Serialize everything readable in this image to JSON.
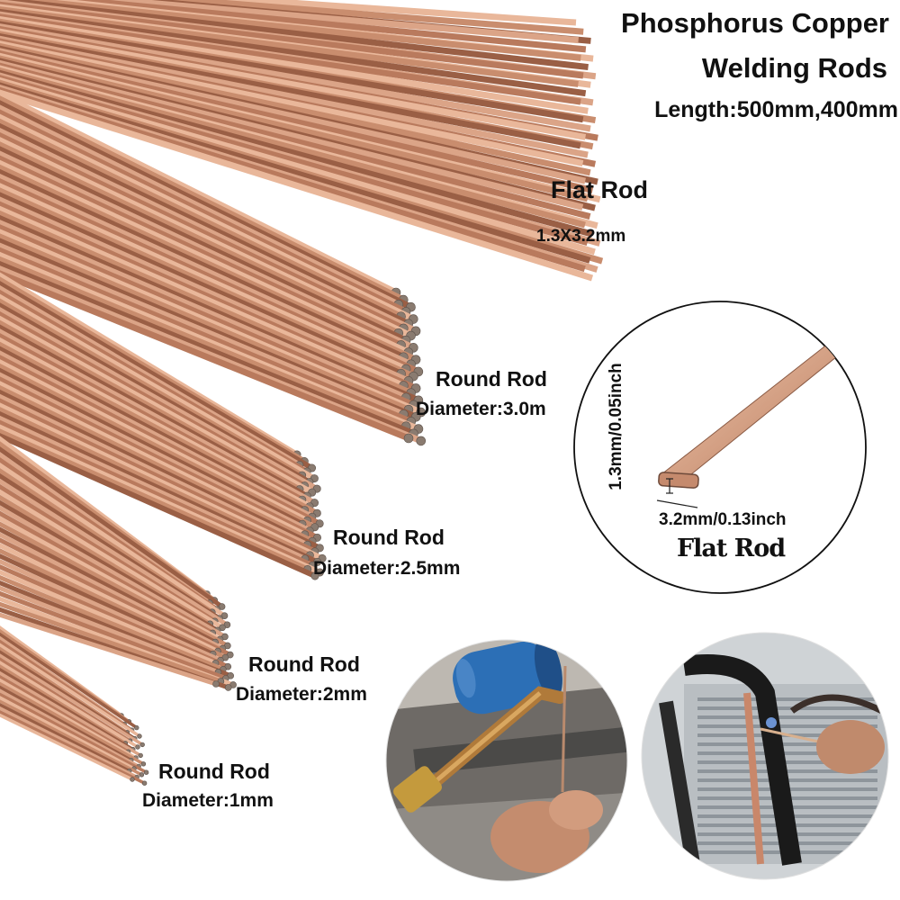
{
  "title_line1": "Phosphorus Copper",
  "title_line2": "Welding Rods",
  "length": "Length:500mm,400mm",
  "flat": {
    "label": "Flat Rod",
    "size": "1.3X3.2mm"
  },
  "round_rods": [
    {
      "label": "Round Rod",
      "diameter": "Diameter:3.0m"
    },
    {
      "label": "Round Rod",
      "diameter": "Diameter:2.5mm"
    },
    {
      "label": "Round Rod",
      "diameter": "Diameter:2mm"
    },
    {
      "label": "Round Rod",
      "diameter": "Diameter:1mm"
    }
  ],
  "detail": {
    "thickness": "1.3mm/0.05inch",
    "width": "3.2mm/0.13inch",
    "caption": "Flat Rod"
  },
  "colors": {
    "copper_light": "#e9b79a",
    "copper_mid": "#c98d6e",
    "copper_dark": "#9a5f45",
    "rod_end": "#8a7b70"
  }
}
